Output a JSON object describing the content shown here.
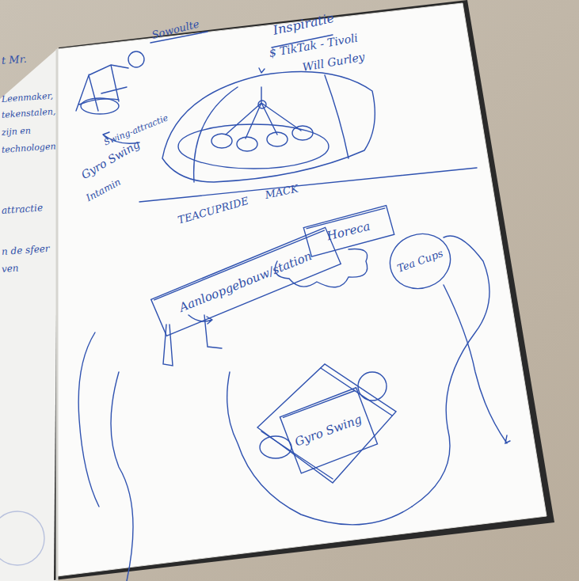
{
  "diagram": {
    "nodes": [
      {
        "text": [
          "Aanloopgebouw/station"
        ]
      },
      {
        "text": [
          "Horeca"
        ]
      },
      {
        "text": [
          "Tea Cups"
        ]
      },
      {
        "text": [
          "Gyro Swing"
        ]
      }
    ],
    "labels": [
      "Sowoulte",
      "Inspiratie",
      "$ TikTak - Tivoli",
      "Will Gurley",
      "Swing-attractie",
      "Gyro Swing",
      "Intamin",
      "TEACUPRIDE",
      "MACK",
      "t Mr.",
      "Leenmaker,",
      "tekenstalen,",
      "zijn en",
      "technologen",
      "attractie",
      "n de sfeer",
      "ven"
    ]
  }
}
